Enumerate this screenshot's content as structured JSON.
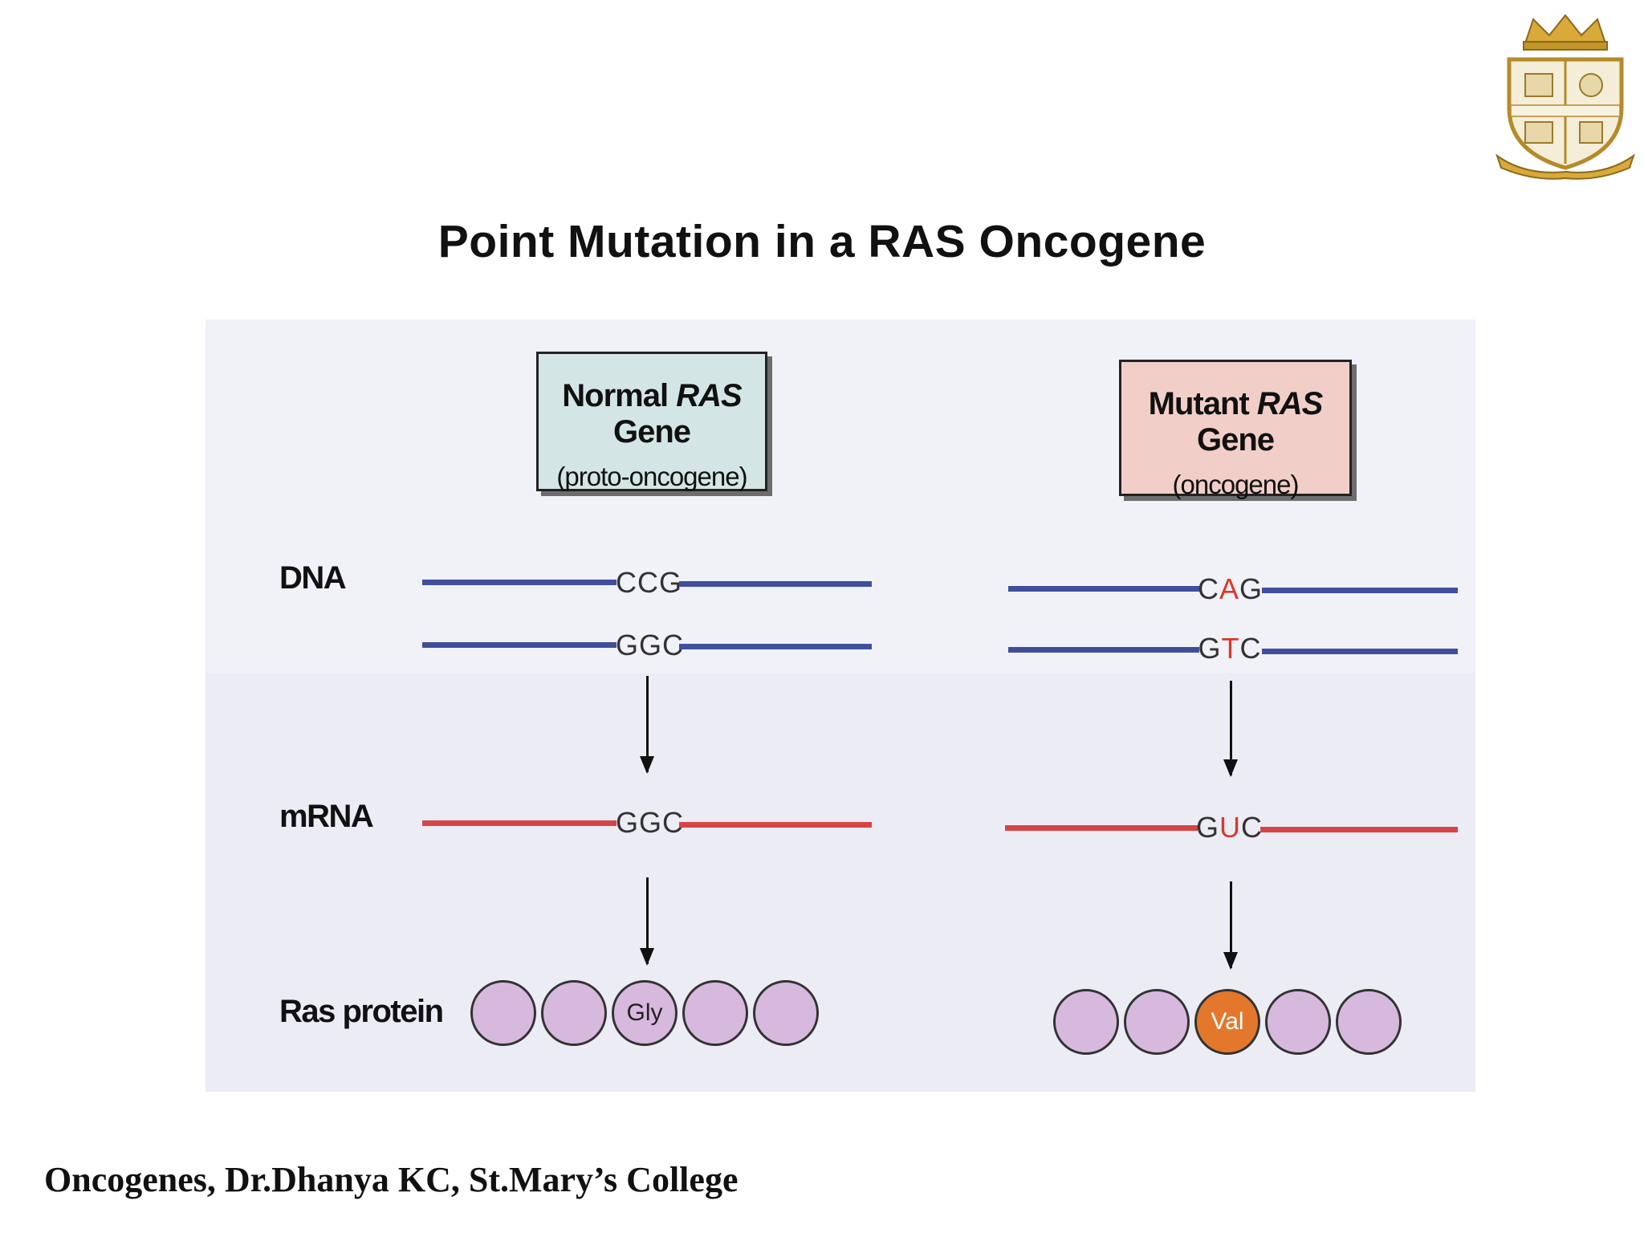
{
  "slide_title": "Point Mutation in a RAS Oncogene",
  "normal_box": {
    "title_prefix": "Normal ",
    "title_gene": "RAS",
    "title_suffix": " Gene",
    "subtitle": "(proto-oncogene)"
  },
  "mutant_box": {
    "title_prefix": "Mutant ",
    "title_gene": "RAS",
    "title_suffix": " Gene",
    "subtitle": "(oncogene)"
  },
  "row_labels": {
    "dna": "DNA",
    "mrna": "mRNA",
    "protein": "Ras protein"
  },
  "normal": {
    "dna_top": [
      "C",
      "C",
      "G"
    ],
    "dna_bottom": [
      "G",
      "G",
      "C"
    ],
    "mrna": [
      "G",
      "G",
      "C"
    ],
    "amino_acid": "Gly"
  },
  "mutant": {
    "dna_top": [
      "C",
      "A",
      "G"
    ],
    "dna_bottom": [
      "G",
      "T",
      "C"
    ],
    "mrna": [
      "G",
      "U",
      "C"
    ],
    "amino_acid": "Val"
  },
  "colors": {
    "dna_strand": "#3f4f9e",
    "mrna_strand": "#d64545",
    "mutated_base": "#d63a2a",
    "normal_box": "#d3e6e5",
    "mutant_box": "#f1cfc8",
    "bead": "#d8b9de",
    "mutant_bead": "#e3772c"
  },
  "footer": "Oncogenes, Dr.Dhanya KC, St.Mary’s College"
}
